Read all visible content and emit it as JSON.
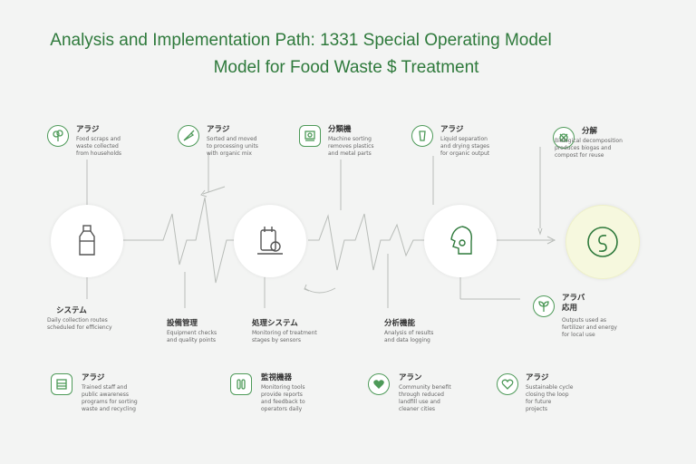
{
  "title": {
    "line1": "Analysis and Implementation Path: 1331 Special Operating Model",
    "line2": "Model for Food Waste $ Treatment"
  },
  "colors": {
    "accent": "#2f7a3c",
    "icon_stroke": "#4e9a59",
    "line": "#b8bcb8",
    "final_fill": "#f6f8de"
  },
  "top_steps": [
    {
      "label": "アラジ",
      "desc": "Food scraps and\nwaste collected\nfrom households",
      "icon": "broccoli-icon"
    },
    {
      "label": "アラジ",
      "desc": "Sorted and moved\nto processing units\nwith organic mix",
      "icon": "carrot-icon"
    },
    {
      "label": "分類機",
      "desc": "Machine sorting\nremoves plastics\nand metal parts",
      "icon": "machine-icon"
    },
    {
      "label": "アラジ",
      "desc": "Liquid separation\nand drying stages\nfor organic output",
      "icon": "cup-icon"
    },
    {
      "label": "分解",
      "desc": "Biological decomposition\nproduces biogas and\ncompost for reuse",
      "icon": "recycle-icon"
    }
  ],
  "main_nodes": [
    {
      "name": "bottle",
      "icon": "bottle-icon"
    },
    {
      "name": "processor",
      "icon": "processor-icon"
    },
    {
      "name": "head",
      "icon": "head-icon"
    },
    {
      "name": "final",
      "icon": "swirl-icon"
    }
  ],
  "mid_labels": [
    {
      "label": "システム",
      "desc": "Daily collection routes\nscheduled for efficiency"
    },
    {
      "label": "設備管理",
      "desc": "Equipment checks\nand quality points"
    },
    {
      "label": "処理システム",
      "desc": "Monitoring of treatment\nstages by sensors"
    },
    {
      "label": "分析機能",
      "desc": "Analysis of results\nand data logging"
    }
  ],
  "side_step": {
    "label": "アラバ\n応用",
    "desc": "Outputs used as\nfertilizer and energy\nfor local use",
    "icon": "sprout-icon"
  },
  "bottom_steps": [
    {
      "label": "アラジ",
      "desc": "Trained staff and\npublic awareness\nprograms for sorting\nwaste and recycling",
      "icon": "box-icon"
    },
    {
      "label": "監視機器",
      "desc": "Monitoring tools\nprovide reports\nand feedback to\noperators daily",
      "icon": "pods-icon"
    },
    {
      "label": "アラン",
      "desc": "Community benefit\nthrough reduced\nlandfill use and\ncleaner cities",
      "icon": "heart-icon"
    },
    {
      "label": "アラジ",
      "desc": "Sustainable cycle\nclosing the loop\nfor future\nprojects",
      "icon": "leaf-heart-icon"
    }
  ]
}
